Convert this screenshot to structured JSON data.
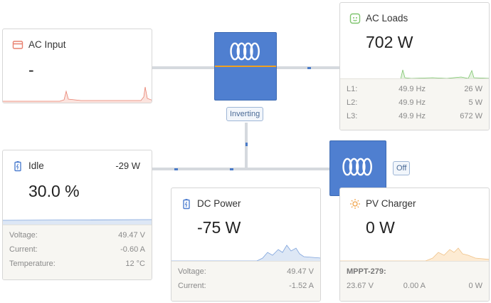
{
  "ac_input": {
    "title": "AC Input",
    "value": "-"
  },
  "ac_loads": {
    "title": "AC Loads",
    "value": "702 W",
    "phases": [
      {
        "label": "L1:",
        "freq": "49.9 Hz",
        "power": "26 W"
      },
      {
        "label": "L2:",
        "freq": "49.9 Hz",
        "power": "5 W"
      },
      {
        "label": "L3:",
        "freq": "49.9 Hz",
        "power": "672 W"
      }
    ]
  },
  "inverter": {
    "status": "Inverting"
  },
  "battery": {
    "title": "Idle",
    "power": "-29 W",
    "value": "30.0 %",
    "voltage_label": "Voltage:",
    "voltage": "49.47 V",
    "current_label": "Current:",
    "current": "-0.60 A",
    "temp_label": "Temperature:",
    "temp": "12 °C"
  },
  "dc_power": {
    "title": "DC Power",
    "value": "-75 W",
    "voltage_label": "Voltage:",
    "voltage": "49.47 V",
    "current_label": "Current:",
    "current": "-1.52 A"
  },
  "pv_switch": {
    "status": "Off"
  },
  "pv_charger": {
    "title": "PV Charger",
    "value": "0 W",
    "device": "MPPT-279:",
    "voltage": "23.67 V",
    "current": "0.00 A",
    "power": "0 W"
  },
  "colors": {
    "ac_input": "#e8806f",
    "ac_loads": "#7fc46f",
    "battery": "#4f7fd0",
    "pv": "#f0a44a",
    "device": "#4f7fd0"
  }
}
